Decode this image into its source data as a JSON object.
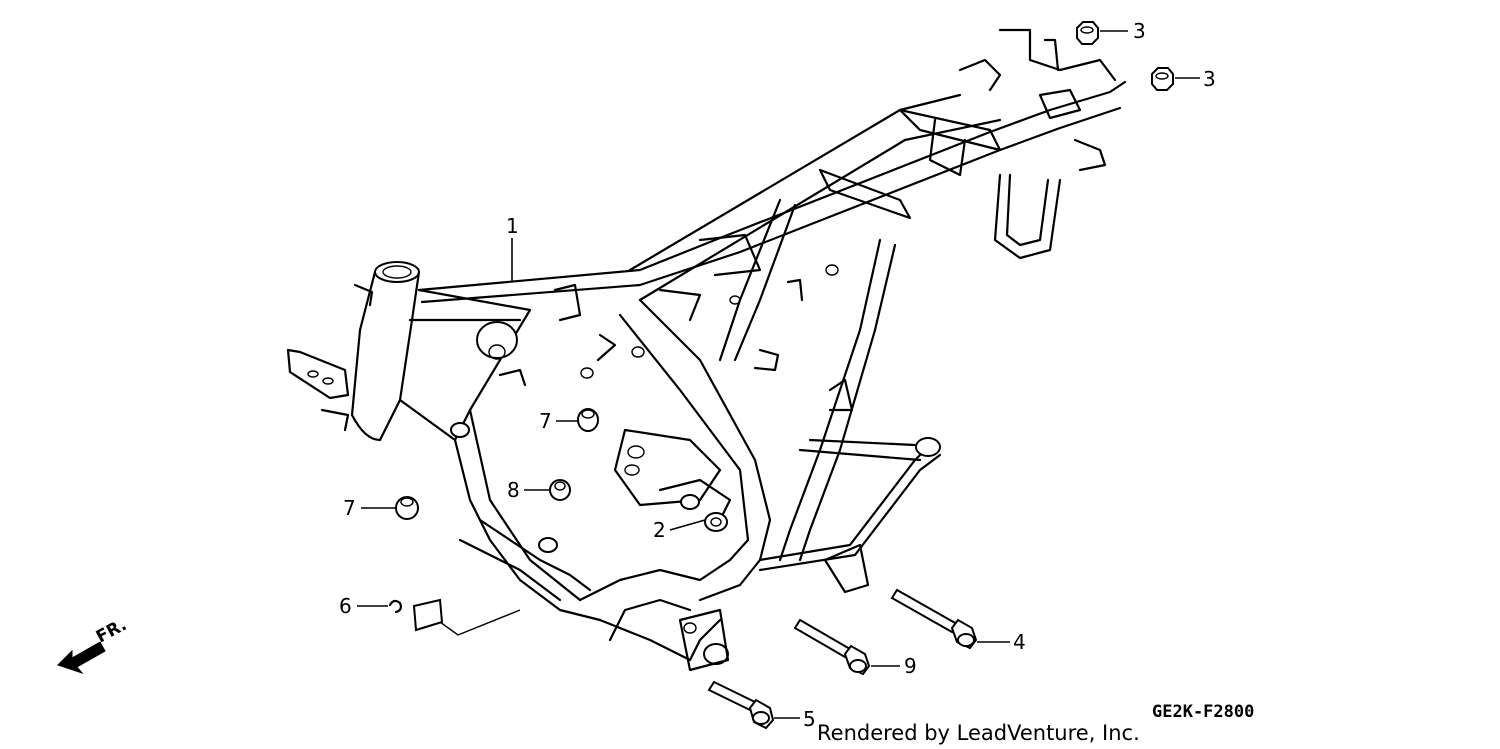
{
  "diagram": {
    "callouts": [
      {
        "id": "1",
        "label": "1"
      },
      {
        "id": "2",
        "label": "2"
      },
      {
        "id": "3a",
        "label": "3"
      },
      {
        "id": "3b",
        "label": "3"
      },
      {
        "id": "4",
        "label": "4"
      },
      {
        "id": "5",
        "label": "5"
      },
      {
        "id": "6",
        "label": "6"
      },
      {
        "id": "7a",
        "label": "7"
      },
      {
        "id": "7b",
        "label": "7"
      },
      {
        "id": "8",
        "label": "8"
      },
      {
        "id": "9",
        "label": "9"
      }
    ],
    "direction_label": "FR.",
    "diagram_code": "GE2K-F2800",
    "credit": "Rendered by LeadVenture, Inc."
  }
}
